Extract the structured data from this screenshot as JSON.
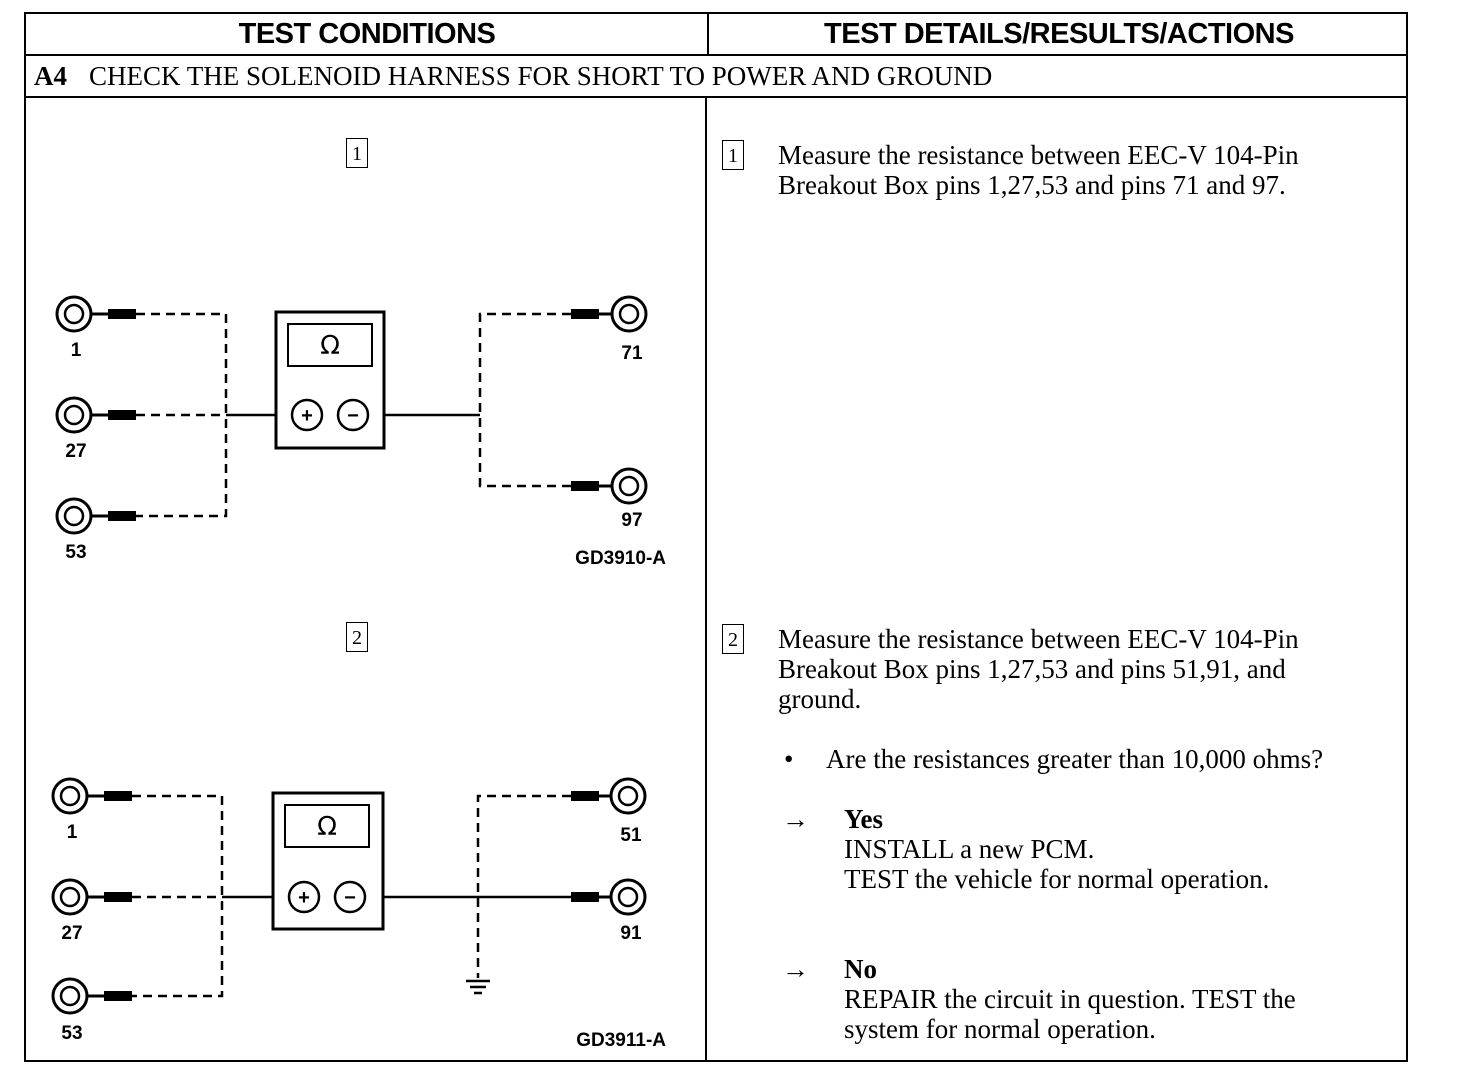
{
  "header": {
    "left": "TEST CONDITIONS",
    "right": "TEST DETAILS/RESULTS/ACTIONS"
  },
  "step": {
    "id": "A4",
    "title": "CHECK THE SOLENOID HARNESS FOR SHORT TO POWER AND GROUND"
  },
  "diagram1": {
    "number": "1",
    "meter_symbol": "Ω",
    "plus": "+",
    "minus": "−",
    "left_pins": [
      "1",
      "27",
      "53"
    ],
    "right_pins": [
      "71",
      "97"
    ],
    "code": "GD3910-A"
  },
  "diagram2": {
    "number": "2",
    "meter_symbol": "Ω",
    "plus": "+",
    "minus": "−",
    "left_pins": [
      "1",
      "27",
      "53"
    ],
    "right_pins": [
      "51",
      "91"
    ],
    "code": "GD3911-A"
  },
  "details": {
    "step1": {
      "number": "1",
      "line1": "Measure the resistance between EEC-V 104-Pin",
      "line2": "Breakout Box pins 1,27,53 and pins 71 and 97."
    },
    "step2": {
      "number": "2",
      "line1": "Measure the resistance between EEC-V 104-Pin",
      "line2": "Breakout Box pins 1,27,53 and pins 51,91, and",
      "line3": "ground.",
      "bullet": "•",
      "question": "Are the resistances greater than 10,000 ohms?",
      "arrow": "→",
      "yes_label": "Yes",
      "yes_line1": "INSTALL a new PCM.",
      "yes_line2": "TEST the vehicle for normal operation.",
      "no_label": "No",
      "no_line1": "REPAIR the circuit in question. TEST the",
      "no_line2": "system for normal operation."
    }
  }
}
